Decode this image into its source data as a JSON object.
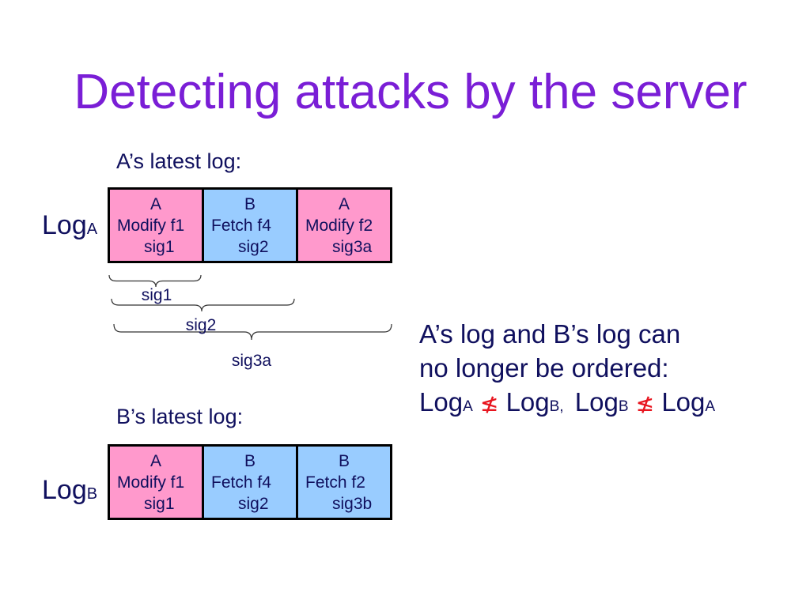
{
  "slide": {
    "title": "Detecting attacks by the server",
    "colors": {
      "title": "#7A1ED6",
      "text": "#10105E",
      "border": "#000000",
      "brace": "#333333",
      "relation_symbol": "#E8151F"
    }
  },
  "log_a": {
    "caption": "A’s latest log:",
    "label": "Log",
    "label_sub": "A",
    "entries": [
      {
        "client": "A",
        "operation": "Modify f1",
        "signature": "sig1",
        "color": "#FF99CC"
      },
      {
        "client": "B",
        "operation": "Fetch f4",
        "signature": "sig2",
        "color": "#99CCFF"
      },
      {
        "client": "A",
        "operation": "Modify f2",
        "signature": "sig3a",
        "color": "#FF99CC"
      }
    ],
    "brace_labels": [
      "sig1",
      "sig2",
      "sig3a"
    ]
  },
  "log_b": {
    "caption": "B’s latest log:",
    "label": "Log",
    "label_sub": "B",
    "entries": [
      {
        "client": "A",
        "operation": "Modify f1",
        "signature": "sig1",
        "color": "#FF99CC"
      },
      {
        "client": "B",
        "operation": "Fetch f4",
        "signature": "sig2",
        "color": "#99CCFF"
      },
      {
        "client": "B",
        "operation": "Fetch f2",
        "signature": "sig3b",
        "color": "#99CCFF"
      }
    ]
  },
  "note": {
    "lines": [
      "A’s log and B’s log can",
      "no longer be ordered:"
    ],
    "ordering": [
      {
        "log": "Log",
        "sub": "A"
      },
      {
        "symbol": "≰"
      },
      {
        "log": "Log",
        "sub": "B,"
      },
      {
        "log": "Log",
        "sub": "B"
      },
      {
        "symbol": "≰"
      },
      {
        "log": "Log",
        "sub": "A"
      }
    ]
  }
}
